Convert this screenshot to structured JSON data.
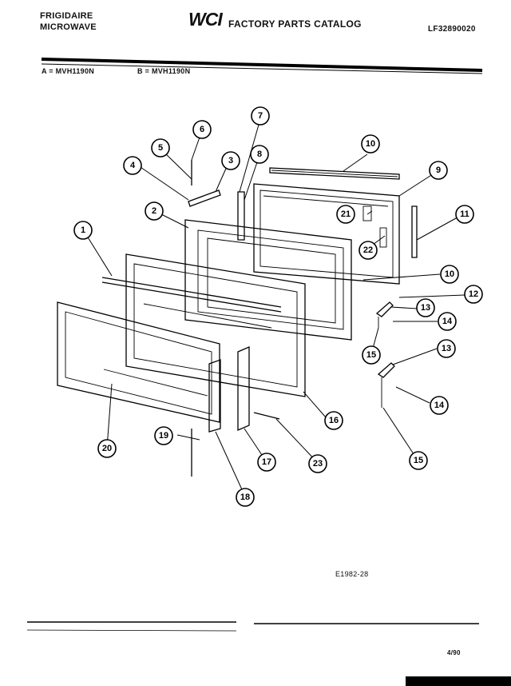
{
  "header": {
    "brand_line1": "FRIGIDAIRE",
    "brand_line2": "MICROWAVE",
    "logo": "WCI",
    "catalog_title": "FACTORY PARTS CATALOG",
    "part_number": "LF32890020"
  },
  "models": {
    "a": "A = MVH1190N",
    "b": "B = MVH1190N"
  },
  "diagram": {
    "figure_code": "E1982-28",
    "callouts": [
      "1",
      "2",
      "3",
      "4",
      "5",
      "6",
      "7",
      "8",
      "9",
      "10",
      "10",
      "11",
      "12",
      "13",
      "13",
      "14",
      "14",
      "15",
      "15",
      "16",
      "17",
      "18",
      "19",
      "20",
      "21",
      "22",
      "23"
    ]
  },
  "footer": {
    "date": "4/90"
  }
}
